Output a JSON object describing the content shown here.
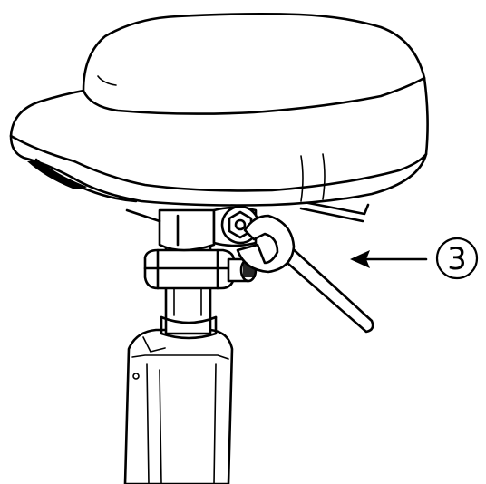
{
  "diagram": {
    "step_label": "3",
    "parts": [
      "saddle",
      "seat-clamp-bolt",
      "wrench",
      "arrow",
      "seat-post",
      "quick-release-clamp",
      "frame-tube"
    ]
  }
}
